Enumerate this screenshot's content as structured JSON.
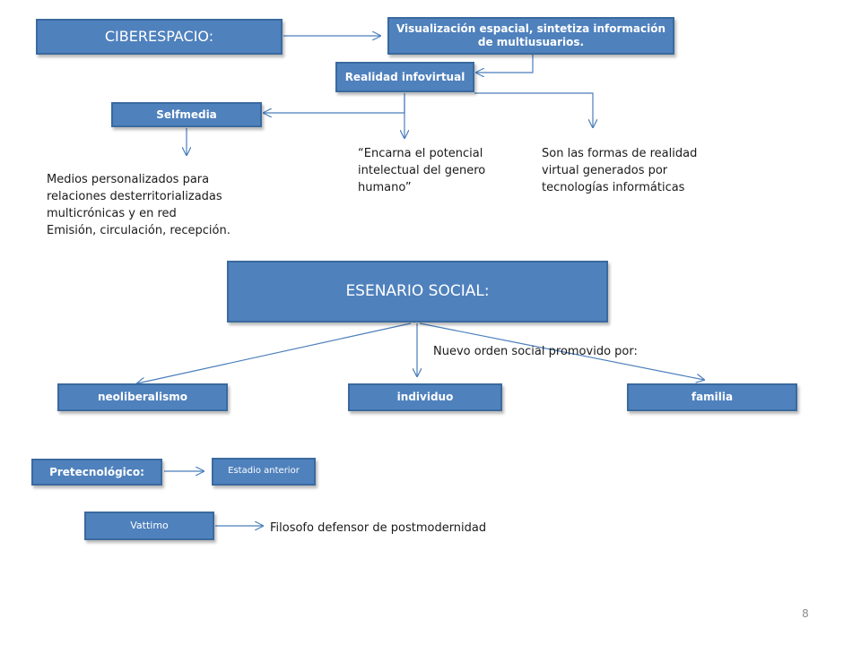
{
  "diagram": {
    "nodes": {
      "ciberespacio": "CIBERESPACIO:",
      "visualizacion": "Visualización espacial, sintetiza información de multiusuarios.",
      "realidad_infovirtual": "Realidad infovirtual",
      "selfmedia": "Selfmedia",
      "esenario_social": "ESENARIO SOCIAL:",
      "neoliberalismo": "neoliberalismo",
      "individuo": "individuo",
      "familia": "familia",
      "pretecnologico": "Pretecnológico:",
      "estadio_anterior": "Estadio anterior",
      "vattimo": "Vattimo"
    },
    "notes": {
      "medios": [
        "Medios personalizados  para",
        "relaciones  desterritorializadas",
        "multicrónicas y en red",
        "Emisión, circulación, recepción."
      ],
      "encarna": [
        "“Encarna el potencial",
        "intelectual del genero",
        "humano”"
      ],
      "formas": [
        "Son las formas de realidad",
        "virtual  generados por",
        "tecnologías informáticas"
      ],
      "nuevo_orden": "Nuevo orden social promovido por:",
      "filosofo": "Filosofo defensor de postmodernidad"
    },
    "page_number": "8"
  },
  "colors": {
    "node_fill": "#4f81bd",
    "node_border": "#3a6a9e",
    "connector": "#4a7ebb",
    "text": "#1a1a1a"
  }
}
